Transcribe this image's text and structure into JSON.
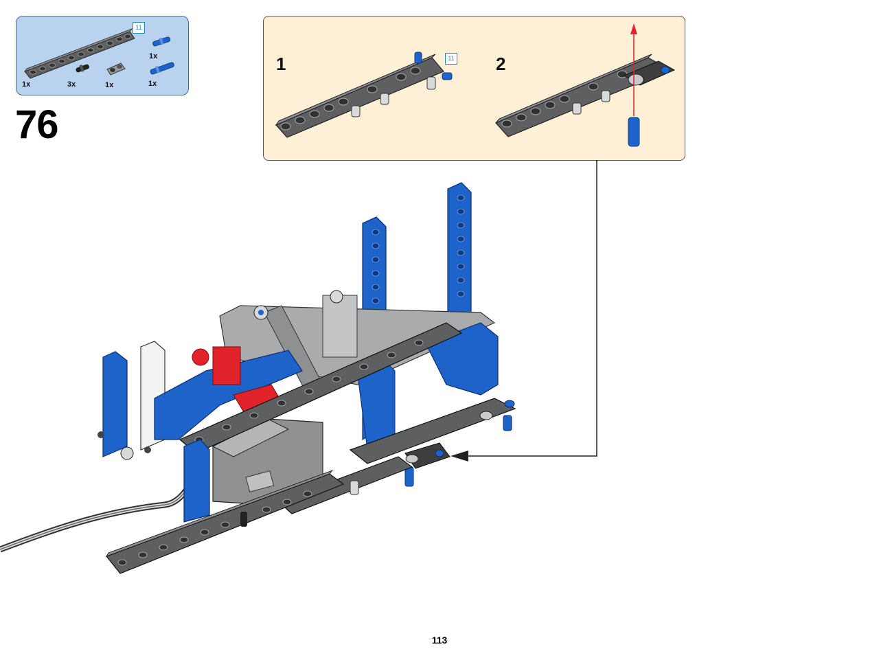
{
  "parts_list": {
    "items": [
      {
        "qty": "1x",
        "part": "beam-11"
      },
      {
        "qty": "3x",
        "part": "black-friction-pin"
      },
      {
        "qty": "1x",
        "part": "grey-beam-2-with-axle-hole"
      },
      {
        "qty": "1x",
        "part": "blue-axle-pin"
      },
      {
        "qty": "1x",
        "part": "blue-long-pin"
      }
    ],
    "length_badge": "11"
  },
  "step": {
    "number": "76"
  },
  "substeps": [
    {
      "number": "1",
      "length_badge": "11"
    },
    {
      "number": "2"
    }
  ],
  "colors": {
    "parts_box_bg": "#b9d3ef",
    "substep_box_bg": "#fdf0d6",
    "beam_grey": "#5d5f61",
    "technic_blue": "#1e63c9",
    "highlight_red": "#e0232b"
  },
  "page": {
    "number": "113"
  }
}
